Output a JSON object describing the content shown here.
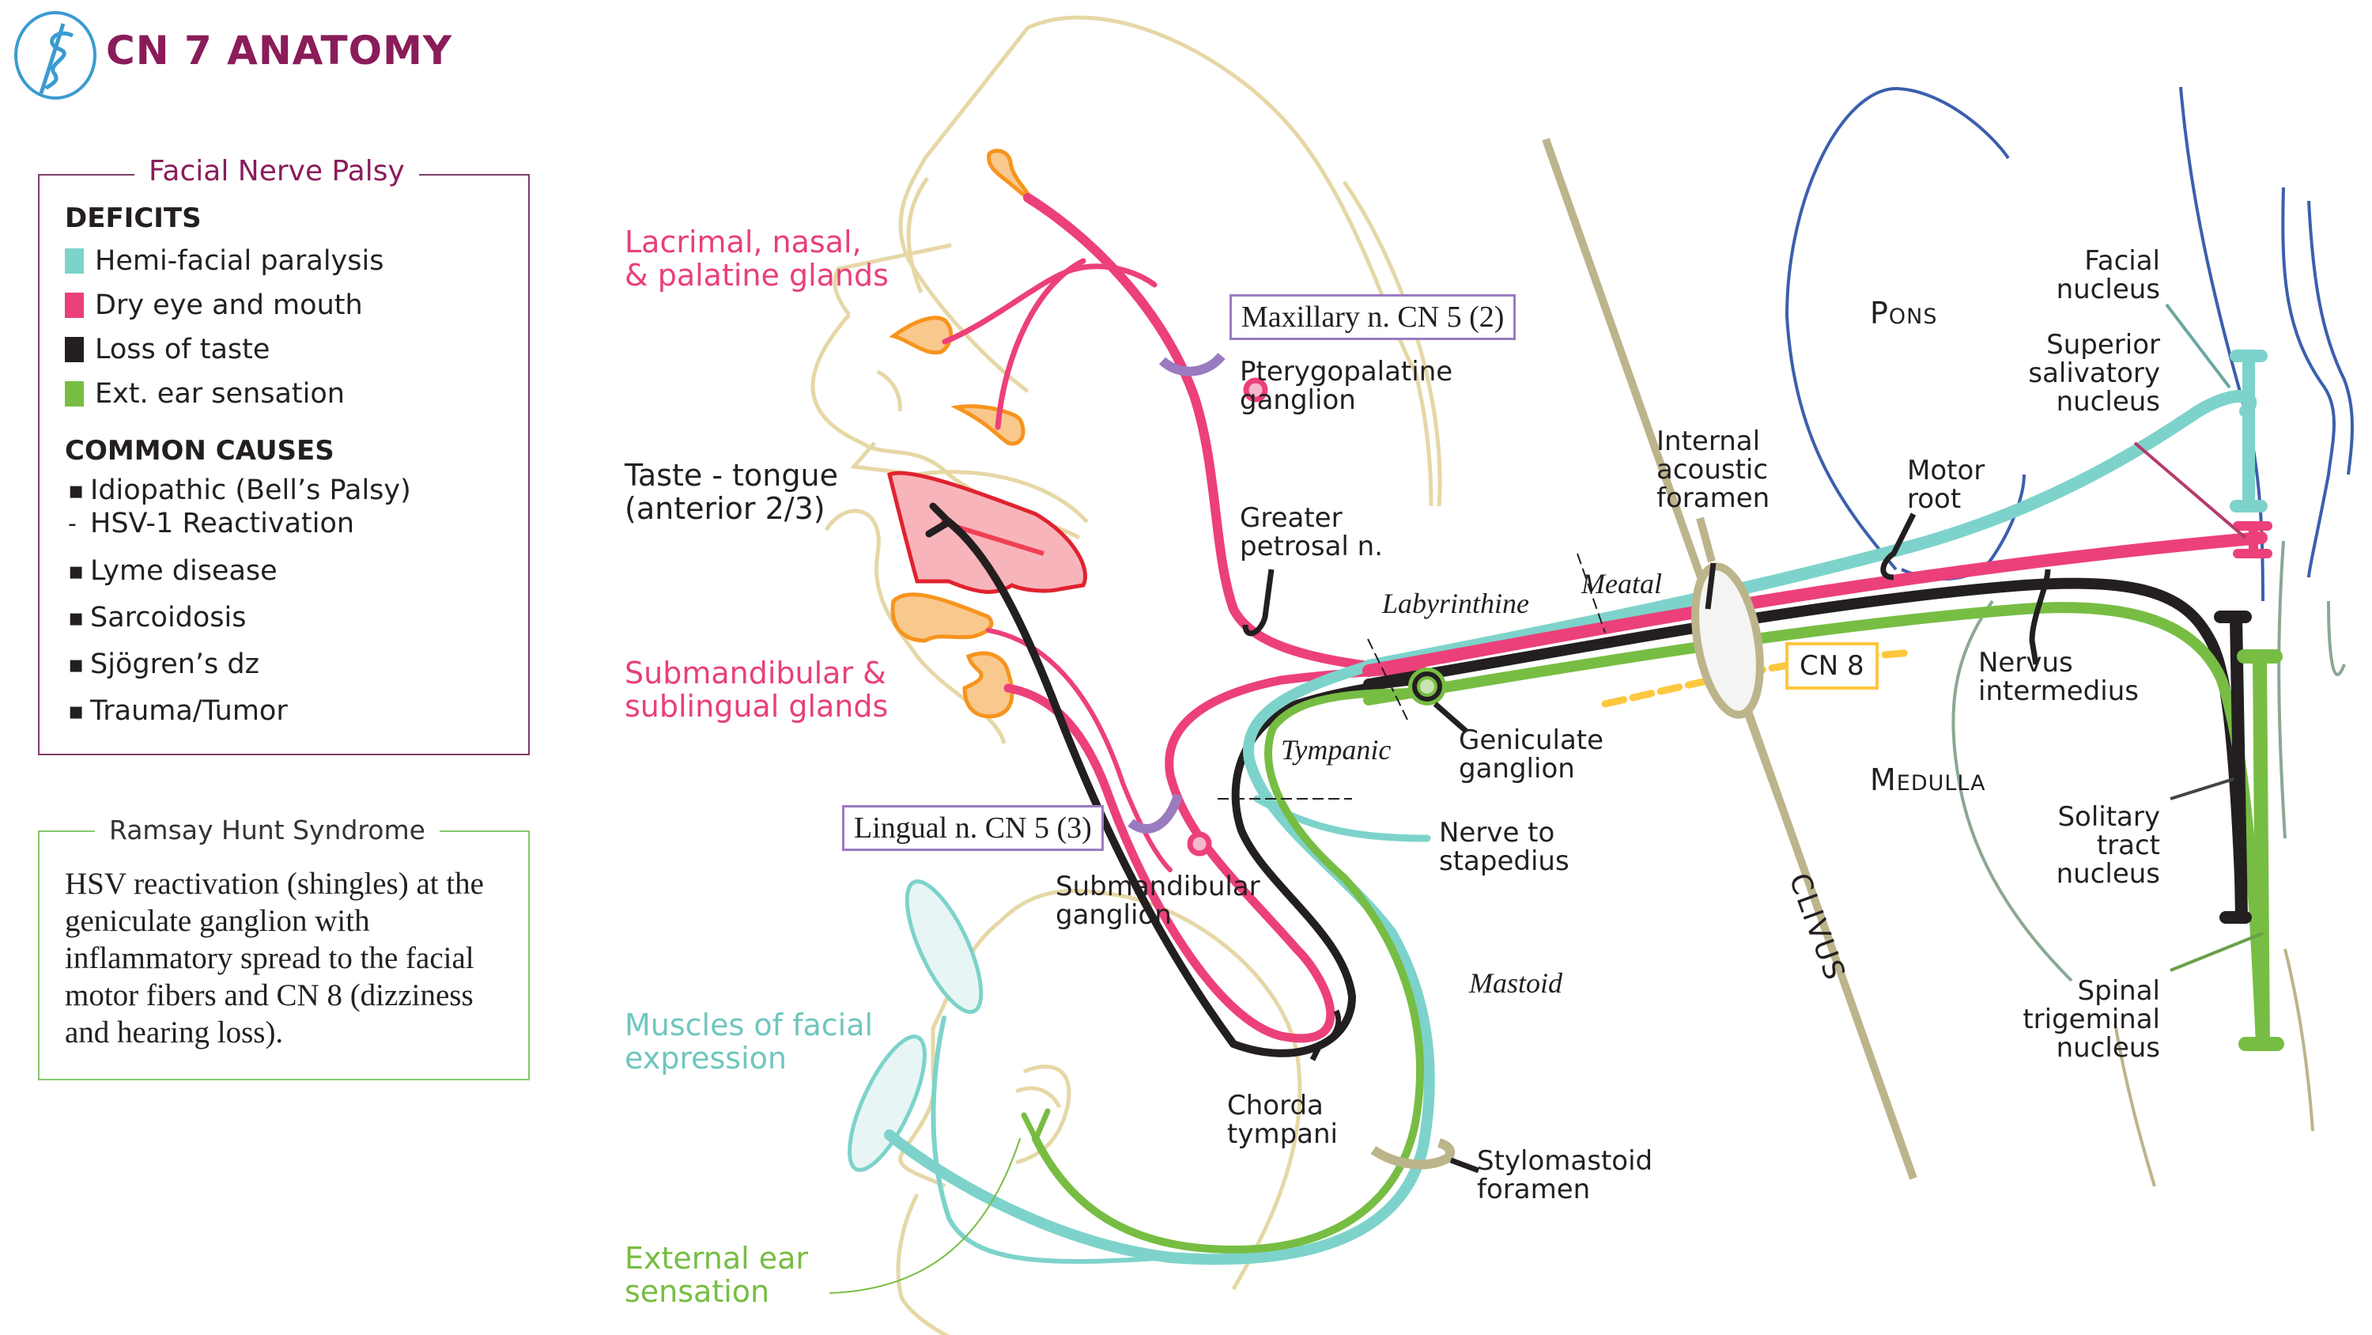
{
  "header": {
    "title": "CN 7 ANATOMY",
    "logo_icon": "caduceus-icon"
  },
  "colors": {
    "motor": "#7dd3cb",
    "parasympathetic": "#ec407a",
    "taste": "#231f20",
    "sensory": "#77bd43",
    "title": "#8a1c5a",
    "cn5_box": "#9b7bc0",
    "cn8": "#fdc73e",
    "bone": "#bcb48a",
    "skin_outline": "#e6d7a6",
    "gland_fill": "#f9c88d",
    "gland_stroke": "#f7941d",
    "brainstem_outline": "#3b5fae"
  },
  "palsy_box": {
    "title": "Facial Nerve Palsy",
    "deficits_heading": "DEFICITS",
    "deficits": [
      {
        "label": "Hemi-facial paralysis",
        "color": "#7dd3cb"
      },
      {
        "label": "Dry eye and mouth",
        "color": "#ec407a"
      },
      {
        "label": "Loss of taste",
        "color": "#231f20"
      },
      {
        "label": "Ext. ear sensation",
        "color": "#77bd43"
      }
    ],
    "causes_heading": "COMMON CAUSES",
    "causes": [
      {
        "bullet": "▪",
        "label": "Idiopathic (Bell’s Palsy)"
      },
      {
        "bullet": "-",
        "label": "HSV-1 Reactivation"
      },
      {
        "bullet": "▪",
        "label": "Lyme disease"
      },
      {
        "bullet": "▪",
        "label": "Sarcoidosis"
      },
      {
        "bullet": "▪",
        "label": "Sjögren’s dz"
      },
      {
        "bullet": "▪",
        "label": "Trauma/Tumor"
      }
    ]
  },
  "ramsay_box": {
    "title": "Ramsay Hunt Syndrome",
    "body": "HSV reactivation (shingles) at the geniculate ganglion with inflammatory spread to the facial motor fibers and CN 8 (dizziness and hearing loss)."
  },
  "diagram": {
    "targets": {
      "lacrimal": [
        "Lacrimal, nasal,",
        "& palatine glands"
      ],
      "taste": [
        "Taste - tongue",
        "(anterior 2/3)"
      ],
      "submandibular_glands": [
        "Submandibular &",
        "sublingual glands"
      ],
      "muscles": [
        "Muscles of facial",
        "expression"
      ],
      "ext_ear": [
        "External ear",
        "sensation"
      ]
    },
    "cn5_boxes": {
      "maxillary": "Maxillary n. CN 5 (2)",
      "lingual": "Lingual n. CN 5 (3)"
    },
    "labels": {
      "pterygopalatine": [
        "Pterygopalatine",
        "ganglion"
      ],
      "greater_petrosal": [
        "Greater",
        "petrosal n."
      ],
      "submandibular_ganglion": [
        "Submandibular",
        "ganglion"
      ],
      "chorda_tympani": [
        "Chorda",
        "tympani"
      ],
      "geniculate": [
        "Geniculate",
        "ganglion"
      ],
      "nerve_to_stapedius": [
        "Nerve to",
        "stapedius"
      ],
      "stylomastoid": [
        "Stylomastoid",
        "foramen"
      ],
      "internal_acoustic": [
        "Internal",
        "acoustic",
        "foramen"
      ],
      "motor_root": [
        "Motor",
        "root"
      ],
      "nervus_intermedius": [
        "Nervus",
        "intermedius"
      ],
      "cn8": "CN 8",
      "facial_nucleus": [
        "Facial",
        "nucleus"
      ],
      "superior_salivatory": [
        "Superior",
        "salivatory",
        "nucleus"
      ],
      "solitary_tract": [
        "Solitary",
        "tract",
        "nucleus"
      ],
      "spinal_trigeminal": [
        "Spinal",
        "trigeminal",
        "nucleus"
      ],
      "pons": "Pons",
      "medulla": "Medulla",
      "clivus": "CLIVUS"
    },
    "segments": {
      "labyrinthine": "Labyrinthine",
      "meatal": "Meatal",
      "tympanic": "Tympanic",
      "mastoid": "Mastoid"
    }
  }
}
